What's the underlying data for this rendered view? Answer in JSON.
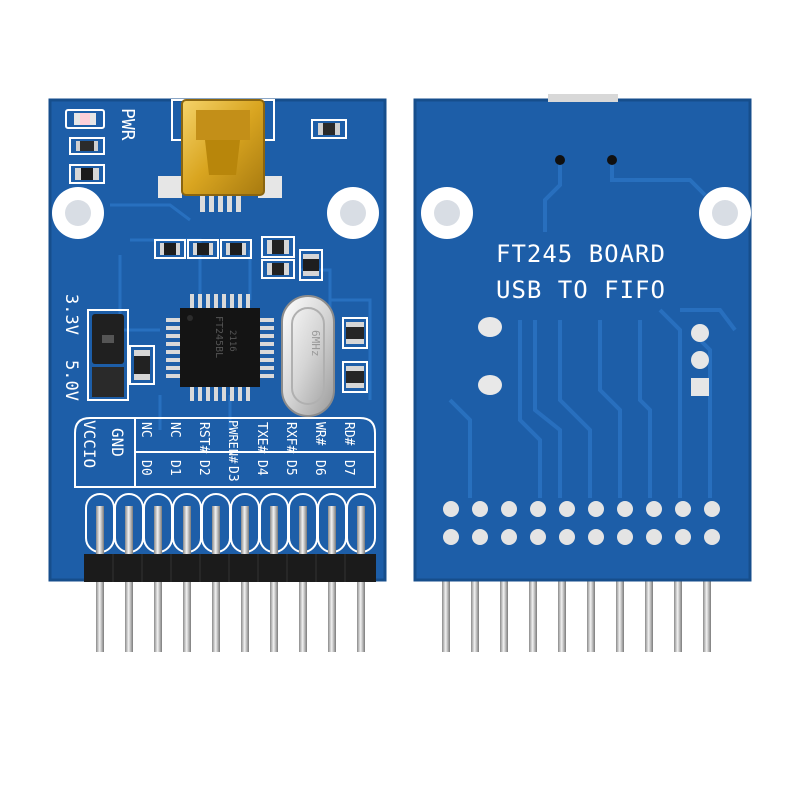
{
  "front": {
    "pwr_label": "PWR",
    "voltage_3v3": "3.3V",
    "voltage_5v0": "5.0V",
    "vccio": "VCCIO",
    "gnd": "GND",
    "chip_marking": [
      "FT245BL",
      "2116"
    ],
    "crystal_marking": "6MHz",
    "top_pins": [
      "NC",
      "NC",
      "RST#",
      "PWREN#",
      "TXE#",
      "RXF#",
      "WR#",
      "RD#"
    ],
    "bottom_pins": [
      "D0",
      "D1",
      "D2",
      "D3",
      "D4",
      "D5",
      "D6",
      "D7"
    ]
  },
  "back": {
    "title_line1": "FT245 BOARD",
    "title_line2": "USB TO FIFO"
  },
  "colors": {
    "pcb": "#1d5ea8",
    "pcb_dark": "#174f8f",
    "trace": "#2a73c2",
    "silk": "#ffffff",
    "gold": "#d9a520",
    "pin": "#c9c9c9",
    "header": "#1b1b1b"
  }
}
